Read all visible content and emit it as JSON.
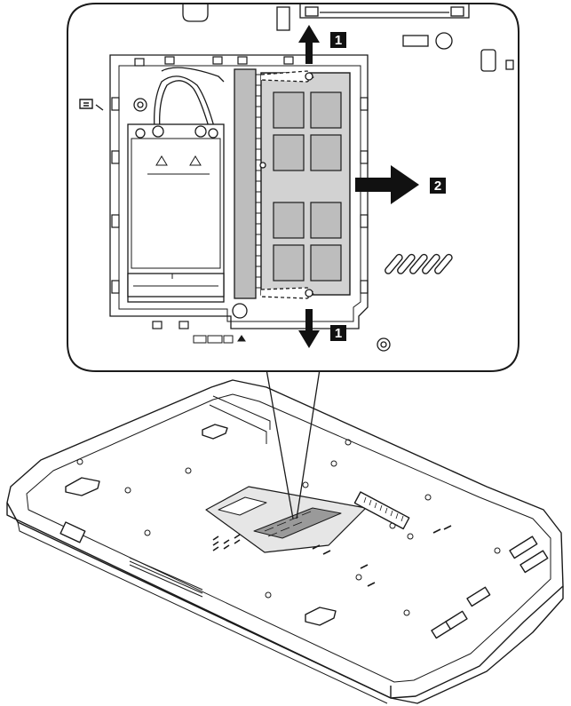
{
  "figure": {
    "step_labels": [
      {
        "id": "step-1-top",
        "text": "1"
      },
      {
        "id": "step-2",
        "text": "2"
      },
      {
        "id": "step-1-bottom",
        "text": "1"
      }
    ]
  }
}
